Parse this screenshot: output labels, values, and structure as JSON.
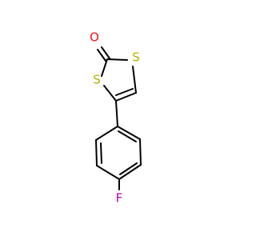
{
  "molecule": {
    "atoms": [
      {
        "id": "O1",
        "symbol": "O",
        "color": "#ff0d0d"
      },
      {
        "id": "S1",
        "symbol": "S",
        "color": "#b3b300"
      },
      {
        "id": "S2",
        "symbol": "S",
        "color": "#b3b300"
      },
      {
        "id": "F1",
        "symbol": "F",
        "color": "#b300b3"
      }
    ],
    "bond_color": "#000000",
    "background": "#ffffff"
  }
}
